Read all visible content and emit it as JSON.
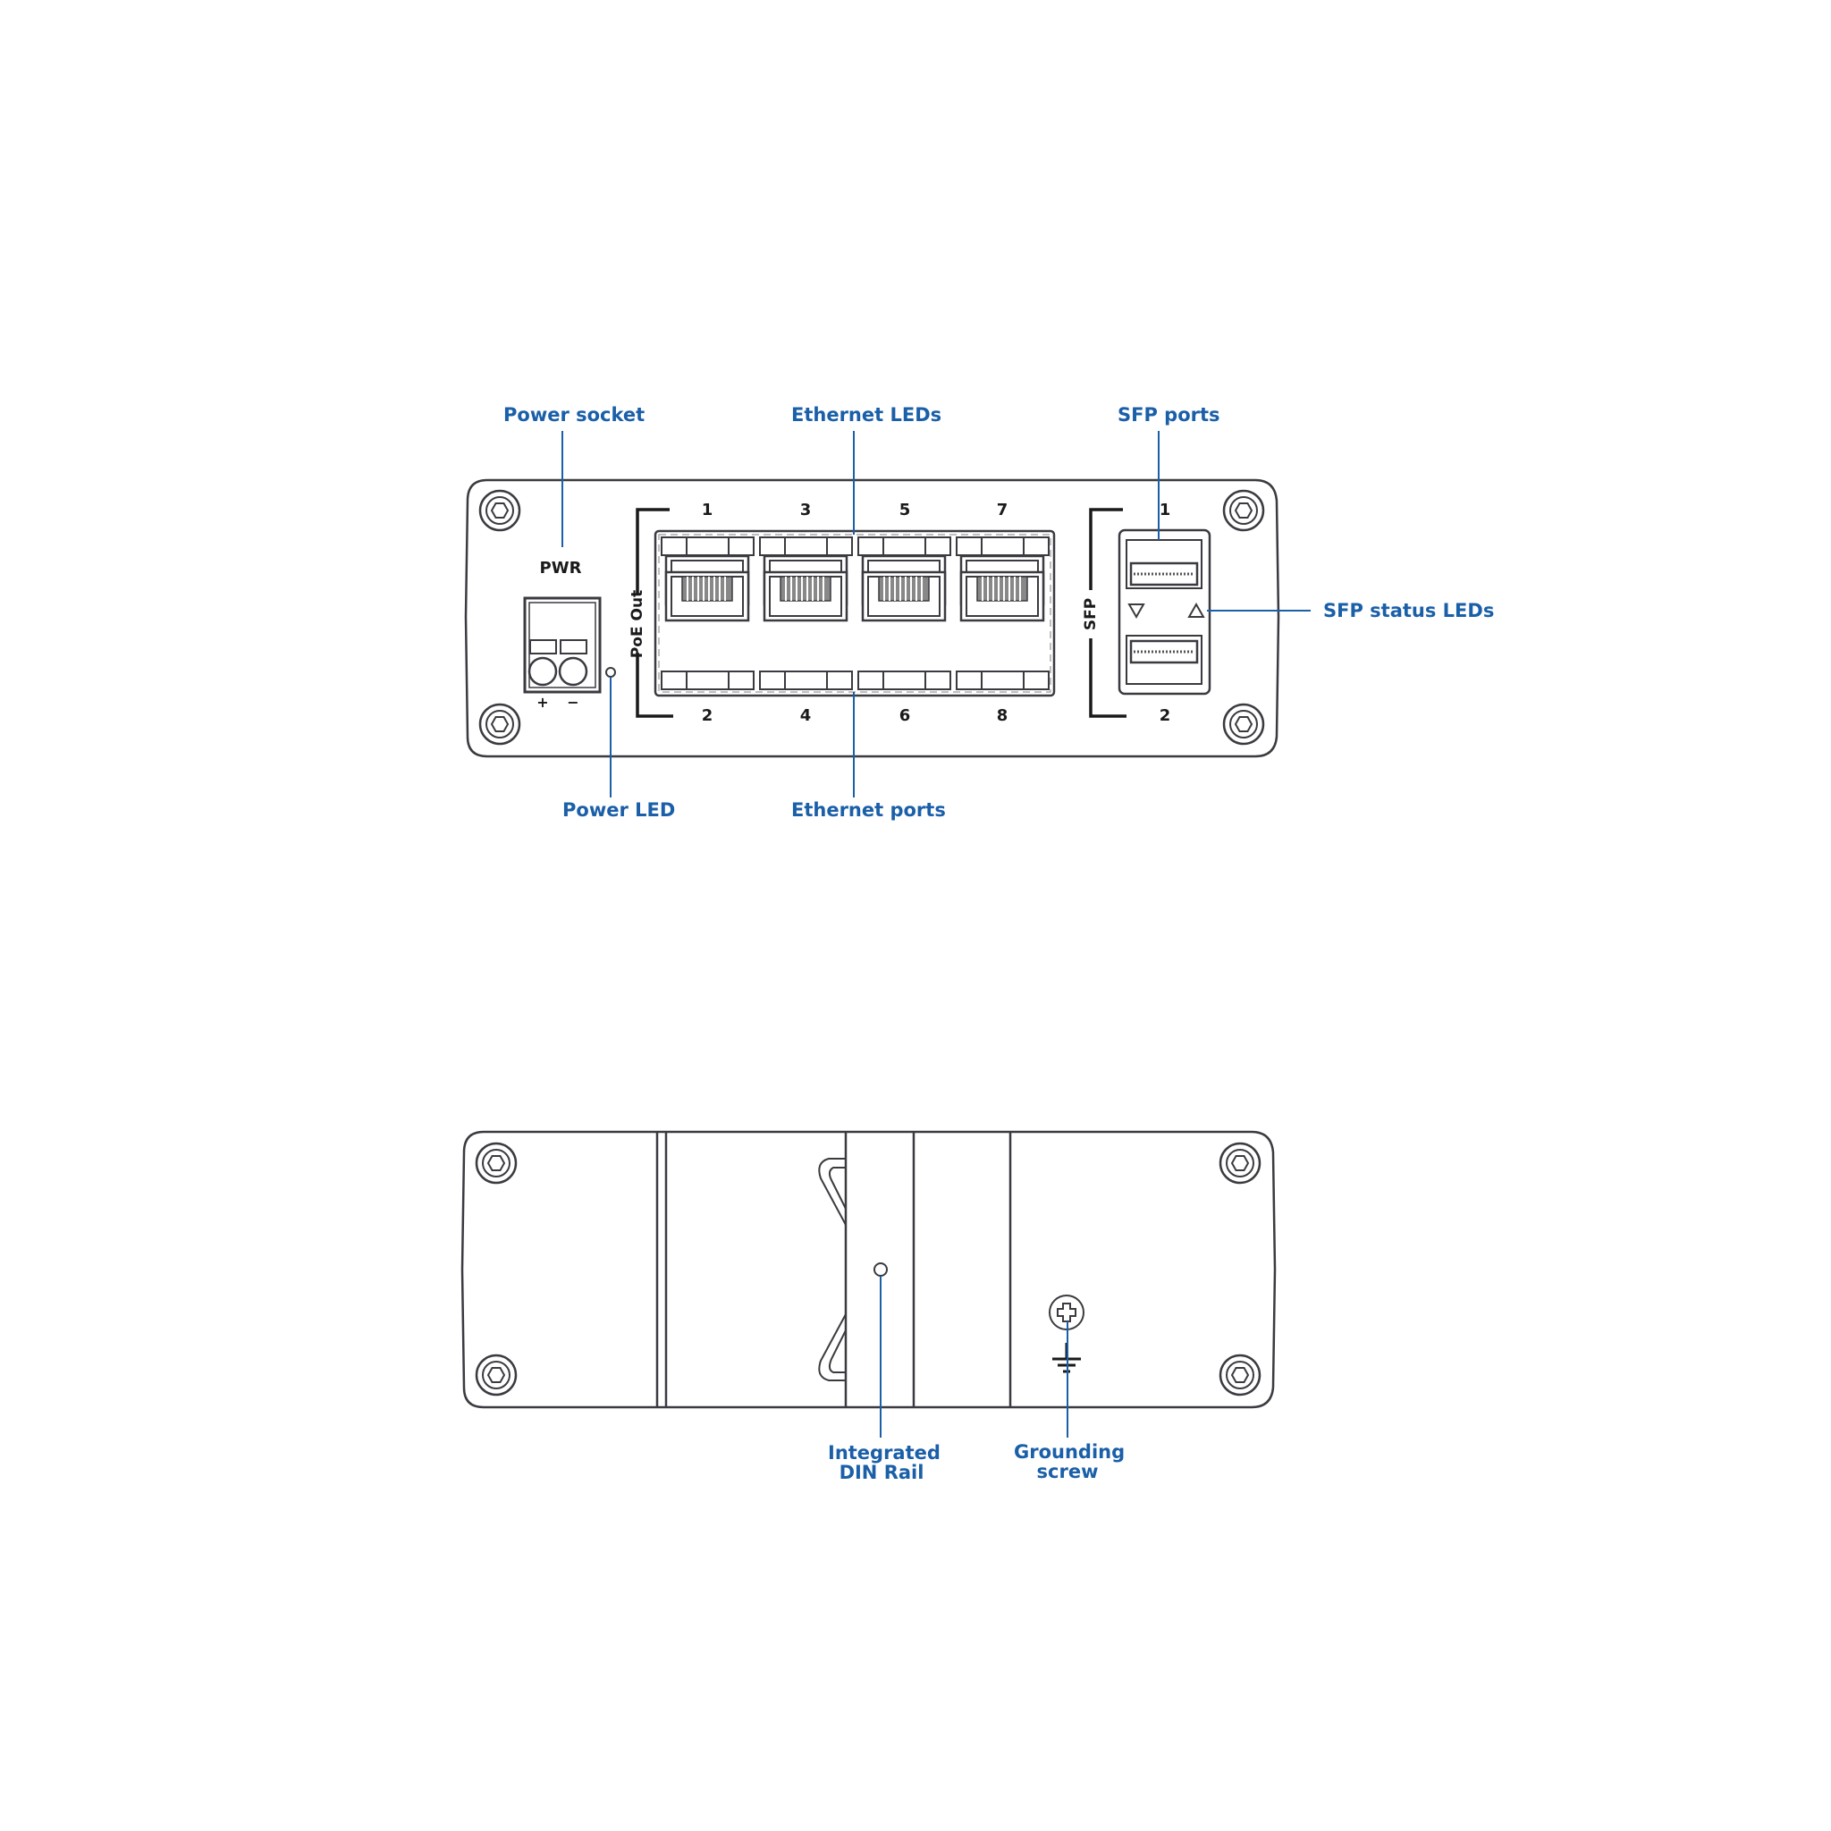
{
  "colors": {
    "callout": "#1a5fa8",
    "stroke": "#3a3a40"
  },
  "front_panel": {
    "callouts": {
      "power_socket": "Power socket",
      "ethernet_leds": "Ethernet LEDs",
      "sfp_ports": "SFP ports",
      "sfp_status_leds": "SFP status LEDs",
      "power_led": "Power LED",
      "ethernet_ports": "Ethernet ports"
    },
    "pwr_label": "PWR",
    "plus": "+",
    "minus": "−",
    "poe_label": "PoE Out",
    "sfp_label": "SFP",
    "eth_top_numbers": [
      "1",
      "3",
      "5",
      "7"
    ],
    "eth_bottom_numbers": [
      "2",
      "4",
      "6",
      "8"
    ],
    "sfp_top_number": "1",
    "sfp_bottom_number": "2"
  },
  "bottom_panel": {
    "callouts": {
      "din_rail_line1": "Integrated",
      "din_rail_line2": "DIN Rail",
      "grounding_line1": "Grounding",
      "grounding_line2": "screw"
    }
  }
}
